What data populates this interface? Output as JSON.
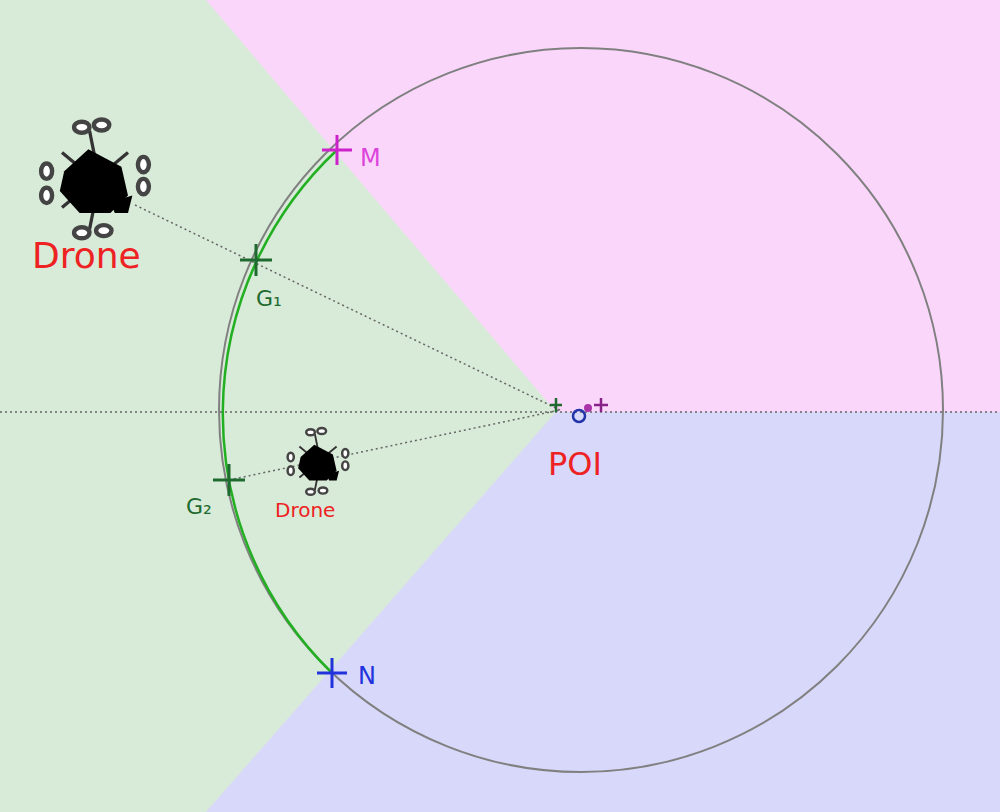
{
  "diagram": {
    "labels": [
      "M",
      "G₁",
      "Drone",
      "POI",
      "G₂",
      "Drone",
      "N"
    ]
  }
}
